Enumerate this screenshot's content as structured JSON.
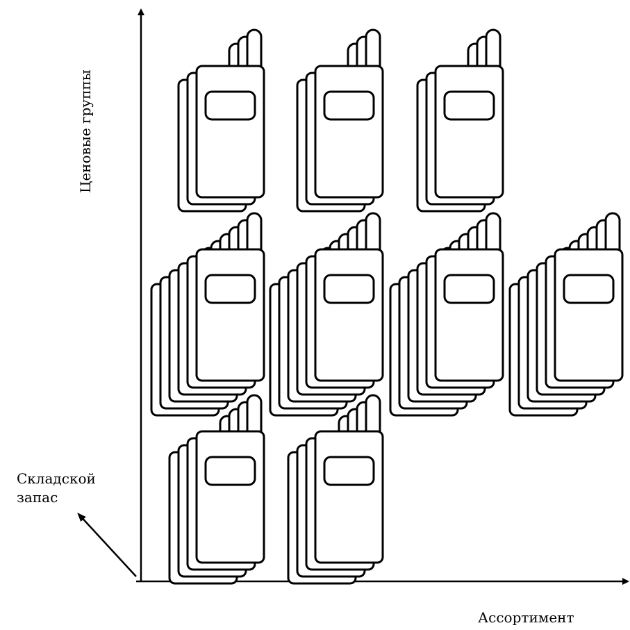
{
  "axes": {
    "x_label": "Ассортимент",
    "y_label": "Ценовые группы",
    "z_label": "Складской\nзапас"
  },
  "colors": {
    "stroke": "#000000",
    "fill": "#ffffff"
  },
  "icon": "mobile-phone-icon",
  "stacks": [
    {
      "assortment": 1,
      "price_group": 3,
      "stock": 3
    },
    {
      "assortment": 2,
      "price_group": 3,
      "stock": 3
    },
    {
      "assortment": 3,
      "price_group": 3,
      "stock": 3
    },
    {
      "assortment": 1,
      "price_group": 2,
      "stock": 6
    },
    {
      "assortment": 2,
      "price_group": 2,
      "stock": 6
    },
    {
      "assortment": 3,
      "price_group": 2,
      "stock": 6
    },
    {
      "assortment": 4,
      "price_group": 2,
      "stock": 6
    },
    {
      "assortment": 1,
      "price_group": 1,
      "stock": 4
    },
    {
      "assortment": 2,
      "price_group": 1,
      "stock": 4
    }
  ]
}
